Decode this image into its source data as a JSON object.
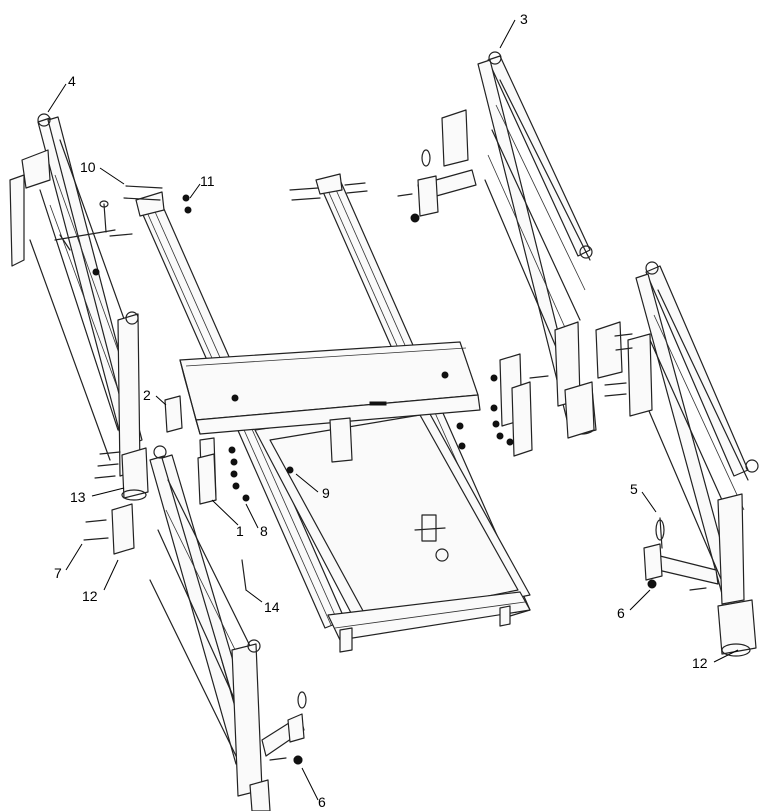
{
  "diagram": {
    "callouts": [
      {
        "id": "c1",
        "label": "1"
      },
      {
        "id": "c2",
        "label": "2"
      },
      {
        "id": "c3",
        "label": "3"
      },
      {
        "id": "c4",
        "label": "4"
      },
      {
        "id": "c5",
        "label": "5"
      },
      {
        "id": "c6a",
        "label": "6"
      },
      {
        "id": "c6b",
        "label": "6"
      },
      {
        "id": "c7",
        "label": "7"
      },
      {
        "id": "c8",
        "label": "8"
      },
      {
        "id": "c9",
        "label": "9"
      },
      {
        "id": "c10",
        "label": "10"
      },
      {
        "id": "c11",
        "label": "11"
      },
      {
        "id": "c12a",
        "label": "12"
      },
      {
        "id": "c12b",
        "label": "12"
      },
      {
        "id": "c13",
        "label": "13"
      },
      {
        "id": "c14",
        "label": "14"
      }
    ]
  }
}
